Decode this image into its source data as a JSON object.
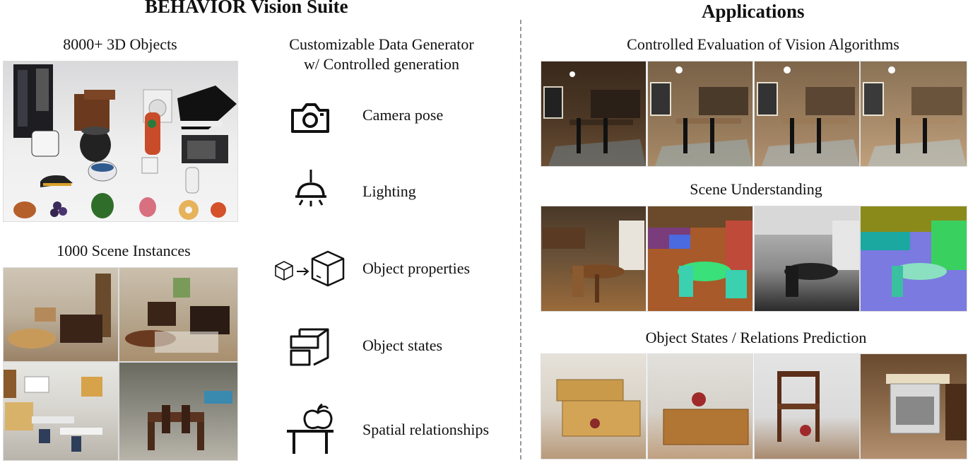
{
  "left": {
    "title": "BEHAVIOR Vision Suite",
    "objects_caption": "8000+ 3D Objects",
    "scenes_caption": "1000 Scene Instances",
    "generator_caption_line1": "Customizable Data Generator",
    "generator_caption_line2": "w/ Controlled generation",
    "factors": [
      {
        "label": "Camera pose",
        "icon": "camera-icon"
      },
      {
        "label": "Lighting",
        "icon": "ceiling-lamp-icon"
      },
      {
        "label": "Object properties",
        "icon": "box-transform-icon"
      },
      {
        "label": "Object states",
        "icon": "open-cabinet-icon"
      },
      {
        "label": "Spatial relationships",
        "icon": "apple-on-table-icon"
      }
    ]
  },
  "right": {
    "title": "Applications",
    "sections": [
      {
        "caption": "Controlled Evaluation of Vision Algorithms"
      },
      {
        "caption": "Scene Understanding"
      },
      {
        "caption": "Object States / Relations Prediction"
      }
    ]
  }
}
